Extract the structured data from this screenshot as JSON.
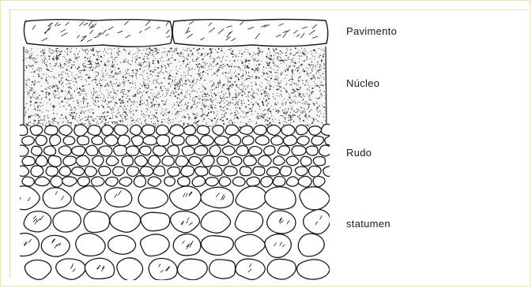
{
  "labels": {
    "pavimento": "Pavimento",
    "nucleo": "Núcleo",
    "rudo": "Rudo",
    "statumen": "statumen"
  },
  "colors": {
    "ink": "#1a1a1a",
    "paper": "#ffffff",
    "frame": "#e7e2b9"
  }
}
